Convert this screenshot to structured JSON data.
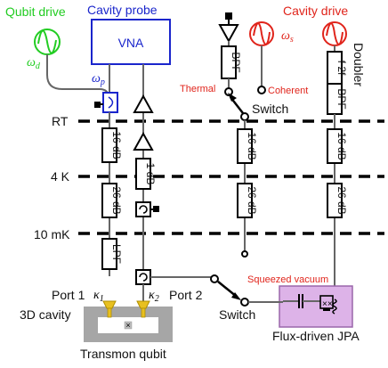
{
  "labels": {
    "qubit_drive": "Qubit drive",
    "omega_d": "ω",
    "omega_d_sub": "d",
    "cavity_probe": "Cavity probe",
    "vna": "VNA",
    "omega_p": "ω",
    "omega_p_sub": "p",
    "cavity_drive": "Cavity drive",
    "omega_s": "ω",
    "omega_s_sub": "s",
    "doubler": "Doubler",
    "thermal": "Thermal",
    "coherent": "Coherent",
    "switch_top": "Switch",
    "rt": "RT",
    "four_k": "4 K",
    "ten_mk": "10 mK",
    "port1": "Port 1",
    "kappa1": "κ",
    "kappa1_sub": "1",
    "kappa2": "κ",
    "kappa2_sub": "2",
    "port2": "Port 2",
    "cavity_3d": "3D cavity",
    "transmon": "Transmon qubit",
    "switch_bottom": "Switch",
    "squeezed_vacuum": "Squeezed vacuum",
    "flux_jpa": "Flux-driven JPA"
  },
  "components": {
    "att_16_a": "16 dB",
    "att_26_a": "26 dB",
    "lpf": "LPF",
    "att_1": "1 dB",
    "bpf_top": "BPF",
    "att_16_b": "16 dB",
    "att_26_b": "26 dB",
    "f2f": "f  2f",
    "bpf_right": "BPF",
    "att_16_c": "16 dB",
    "att_26_c": "26 dB"
  },
  "colors": {
    "green": "#22cc22",
    "blue": "#1a25cc",
    "red": "#e0241b",
    "purple_fill": "#ddb3e8",
    "cavity_gray": "#a6a6a6",
    "port_gold": "#e8c020"
  }
}
